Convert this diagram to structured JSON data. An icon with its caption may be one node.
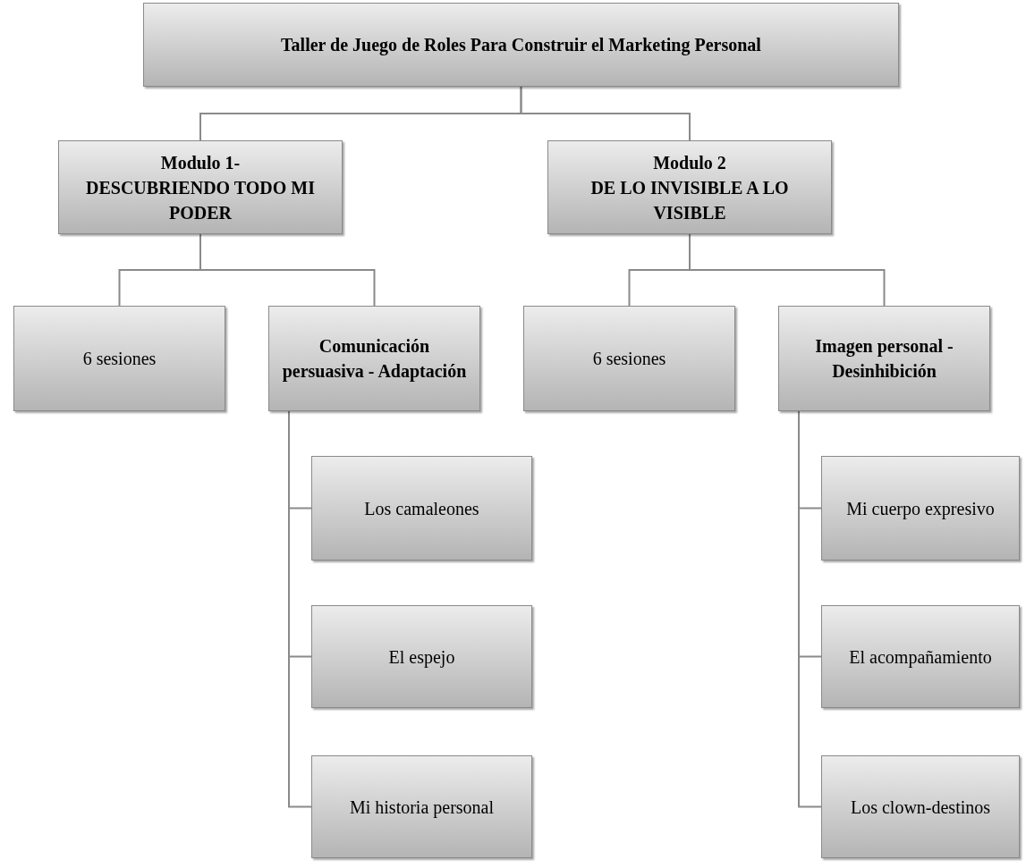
{
  "diagram": {
    "nodes": [
      {
        "text": [
          "Taller de Juego de Roles Para Construir el Marketing Personal"
        ]
      },
      {
        "text": [
          "Modulo 1-",
          "DESCUBRIENDO TODO MI PODER"
        ]
      },
      {
        "text": [
          "Modulo 2",
          "DE LO INVISIBLE A LO VISIBLE"
        ]
      },
      {
        "text": [
          "6 sesiones"
        ]
      },
      {
        "text": [
          "Comunicación persuasiva - Adaptación"
        ]
      },
      {
        "text": [
          "6 sesiones"
        ]
      },
      {
        "text": [
          "Imagen personal - Desinhibición"
        ]
      },
      {
        "text": [
          "Los camaleones"
        ]
      },
      {
        "text": [
          "El espejo"
        ]
      },
      {
        "text": [
          "Mi historia personal"
        ]
      },
      {
        "text": [
          "Mi cuerpo expresivo"
        ]
      },
      {
        "text": [
          "El acompañamiento"
        ]
      },
      {
        "text": [
          "Los clown-destinos"
        ]
      }
    ],
    "edges": [
      {
        "from": 0,
        "to": 1,
        "arrow": "none"
      },
      {
        "from": 0,
        "to": 2,
        "arrow": "none"
      },
      {
        "from": 1,
        "to": 3,
        "arrow": "none"
      },
      {
        "from": 1,
        "to": 4,
        "arrow": "none"
      },
      {
        "from": 2,
        "to": 5,
        "arrow": "none"
      },
      {
        "from": 2,
        "to": 6,
        "arrow": "none"
      },
      {
        "from": 4,
        "to": 7,
        "arrow": "none"
      },
      {
        "from": 4,
        "to": 8,
        "arrow": "none"
      },
      {
        "from": 4,
        "to": 9,
        "arrow": "none"
      },
      {
        "from": 6,
        "to": 10,
        "arrow": "none"
      },
      {
        "from": 6,
        "to": 11,
        "arrow": "none"
      },
      {
        "from": 6,
        "to": 12,
        "arrow": "none"
      }
    ]
  }
}
